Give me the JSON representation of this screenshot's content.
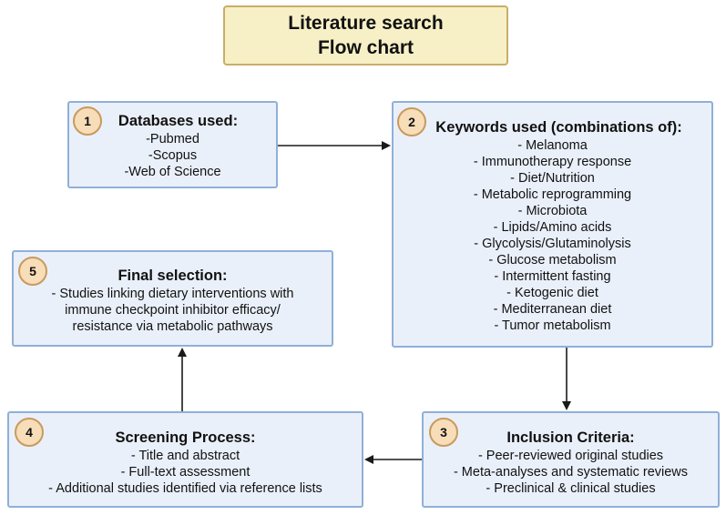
{
  "title": {
    "line1": "Literature search",
    "line2": "Flow chart"
  },
  "boxes": {
    "databases": {
      "number": "1",
      "heading": "Databases used:",
      "lines": [
        "-Pubmed",
        "-Scopus",
        "-Web of Science"
      ]
    },
    "keywords": {
      "number": "2",
      "heading": "Keywords used (combinations of):",
      "lines": [
        "- Melanoma",
        "- Immunotherapy response",
        "- Diet/Nutrition",
        "- Metabolic reprogramming",
        "- Microbiota",
        "- Lipids/Amino acids",
        "- Glycolysis/Glutaminolysis",
        "- Glucose metabolism",
        "- Intermittent fasting",
        "- Ketogenic diet",
        "- Mediterranean diet",
        "- Tumor metabolism"
      ]
    },
    "inclusion": {
      "number": "3",
      "heading": "Inclusion Criteria:",
      "lines": [
        "- Peer-reviewed original studies",
        "- Meta-analyses and systematic reviews",
        "- Preclinical & clinical studies"
      ]
    },
    "screening": {
      "number": "4",
      "heading": "Screening Process:",
      "lines": [
        "- Title and abstract",
        "- Full-text assessment",
        "- Additional studies identified via reference lists"
      ]
    },
    "final": {
      "number": "5",
      "heading": "Final selection:",
      "lines": [
        "- Studies linking dietary interventions with",
        "immune checkpoint inhibitor efficacy/",
        "resistance via metabolic pathways"
      ]
    }
  },
  "colors": {
    "title_fill": "#f7f0c6",
    "title_border": "#c9ad67",
    "box_fill": "#eaf0fa",
    "box_border": "#8fb0d8",
    "badge_fill": "#f7ddb8",
    "badge_border": "#c89a5e",
    "arrow": "#1a1a1a"
  }
}
